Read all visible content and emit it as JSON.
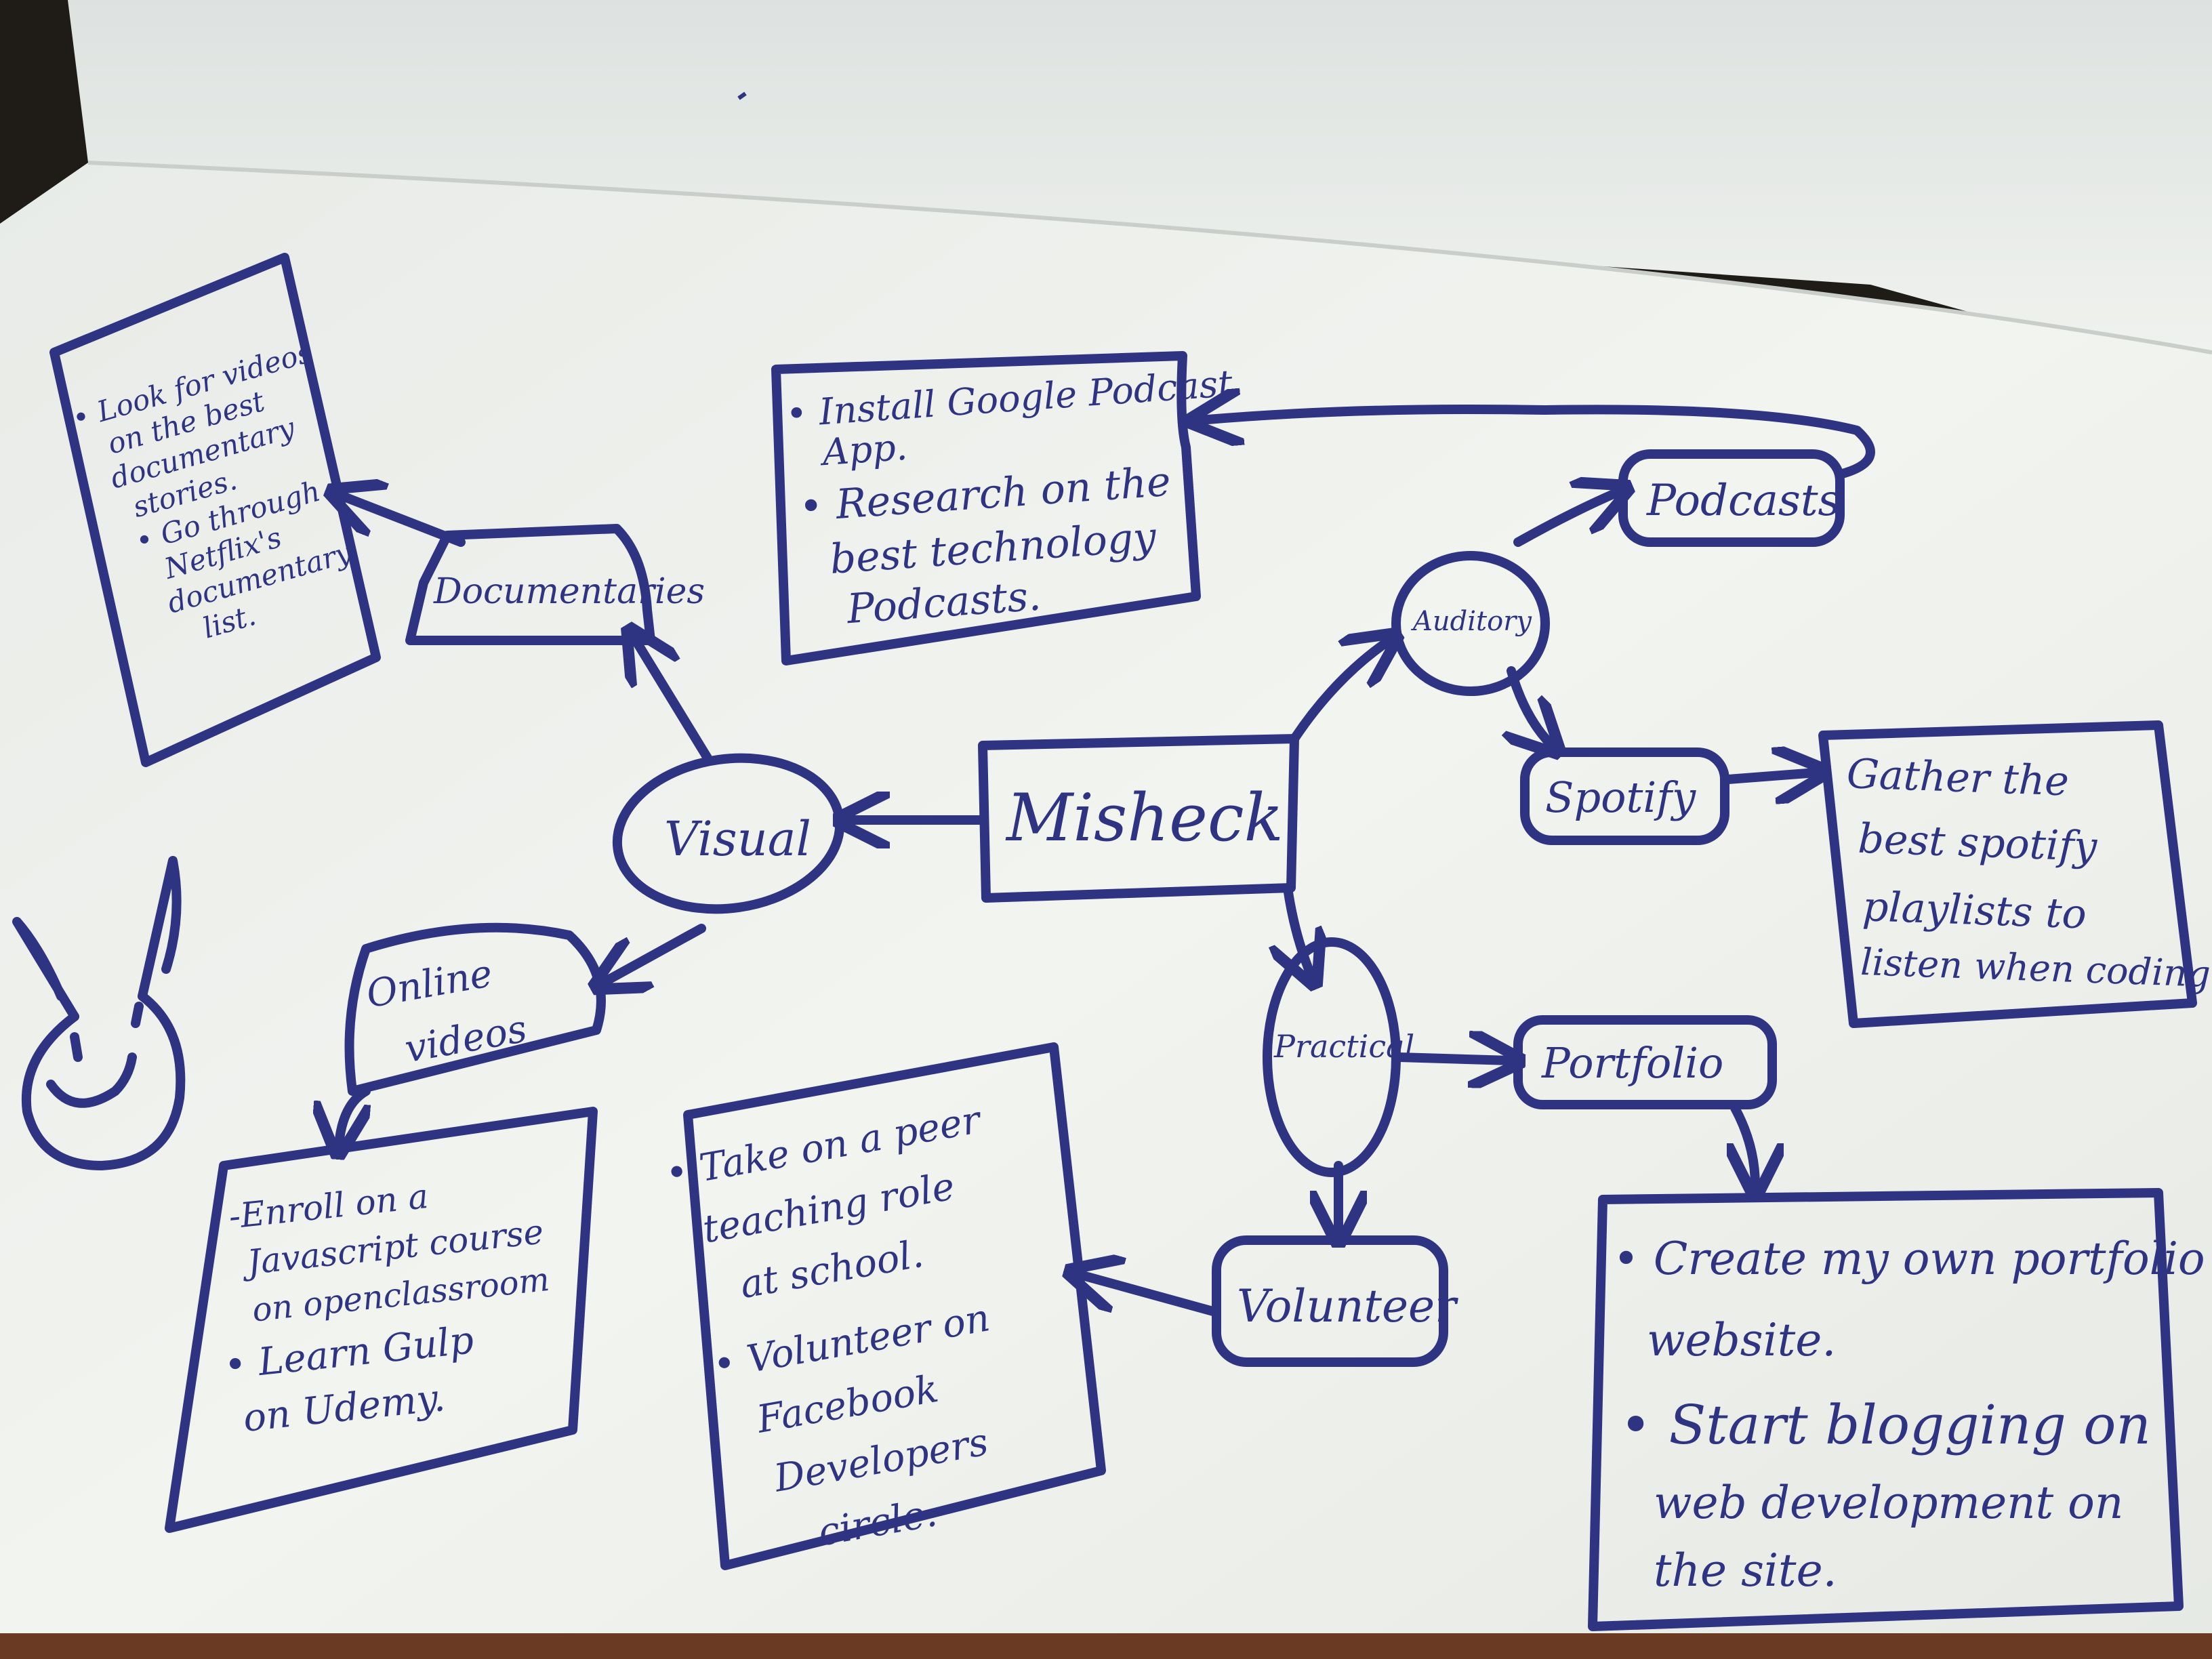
{
  "diagram": {
    "center": "Misheck",
    "visual": {
      "label": "Visual",
      "documentaries": {
        "label": "Documentaries",
        "notes": [
          "• Look for videos",
          "on the best",
          "documentary",
          "stories.",
          "• Go through",
          "Netflix's",
          "documentary",
          "list."
        ]
      },
      "online_videos": {
        "label": [
          "Online",
          "videos"
        ],
        "notes": [
          "-Enroll on a",
          "Javascript course",
          "on openclassroom",
          "• Learn Gulp",
          "on Udemy."
        ]
      }
    },
    "auditory": {
      "label": "Auditory",
      "podcasts": {
        "label": "Podcasts",
        "notes": [
          "• Install Google Podcast",
          "App.",
          "• Research on the",
          "best technology",
          "Podcasts."
        ]
      },
      "spotify": {
        "label": "Spotify",
        "notes": [
          "Gather the",
          "best spotify",
          "playlists to",
          "listen when coding"
        ]
      }
    },
    "practical": {
      "label": "Practical",
      "portfolio": {
        "label": "Portfolio",
        "notes": [
          "• Create my own portfolio",
          "website.",
          "• Start blogging on",
          "web development on",
          "the site."
        ]
      },
      "volunteer": {
        "label": "Volunteer",
        "notes": [
          "• Take on a peer",
          "teaching role",
          "at school.",
          "• Volunteer on",
          "Facebook",
          "Developers",
          "circle."
        ]
      }
    }
  },
  "colors": {
    "ink": "#2e3482",
    "paper": "#eef0ec",
    "page_edge": "#dfe3de"
  },
  "doodle": "smiling-cat-face"
}
